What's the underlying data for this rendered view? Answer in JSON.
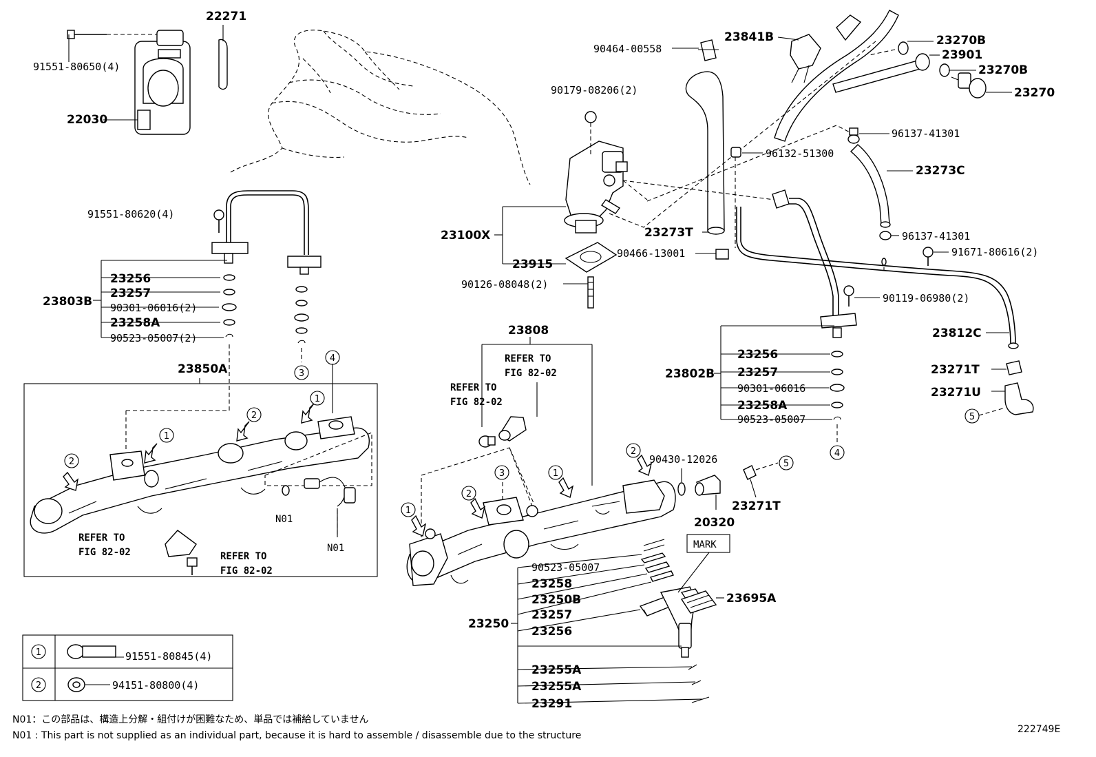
{
  "figure_code": "222749E",
  "notes": {
    "jp": "N01：この部品は、構造上分解・組付けが困難なため、単品では補給していません",
    "en": "N01 : This part is not supplied as an individual part, because it is hard to assemble / disassemble due to the structure"
  },
  "legend_table": [
    {
      "marker": "1",
      "part": "91551-80845(4)"
    },
    {
      "marker": "2",
      "part": "94151-80800(4)"
    }
  ],
  "refer_text": {
    "line1": "REFER TO",
    "line2": "FIG 82-02"
  },
  "circle_markers": [
    "1",
    "2",
    "3",
    "4",
    "5"
  ],
  "labels": {
    "p22271": "22271",
    "p91551_80650": "91551-80650(4)",
    "p22030": "22030",
    "p91551_80620": "91551-80620(4)",
    "p23803B": "23803B",
    "p23256a": "23256",
    "p23257a": "23257",
    "p90301a": "90301-06016(2)",
    "p23258Aa": "23258A",
    "p90523a": "90523-05007(2)",
    "p23850A": "23850A",
    "pN01a": "N01",
    "pN01b": "N01",
    "p23808": "23808",
    "p90464": "90464-00558",
    "p23841B": "23841B",
    "p90179": "90179-08206(2)",
    "p23270Ba": "23270B",
    "p23901": "23901",
    "p23270Bb": "23270B",
    "p23270": "23270",
    "p96137a": "96137-41301",
    "p96132": "96132-51300",
    "p23273C": "23273C",
    "p23100X": "23100X",
    "p23273T": "23273T",
    "p96137b": "96137-41301",
    "p23915": "23915",
    "p90466": "90466-13001",
    "p91671": "91671-80616(2)",
    "p90126": "90126-08048(2)",
    "p90119": "90119-06980(2)",
    "p23812C": "23812C",
    "p23802B": "23802B",
    "p23256b": "23256",
    "p23257b": "23257",
    "p90301b": "90301-06016",
    "p23258Ab": "23258A",
    "p90523b": "90523-05007",
    "p23271Ta": "23271T",
    "p23271U": "23271U",
    "p90430": "90430-12026",
    "p23271Tb": "23271T",
    "p20320": "20320",
    "mark": "MARK",
    "p90523c": "90523-05007",
    "p23258": "23258",
    "p23250B": "23250B",
    "p23257c": "23257",
    "p23256c": "23256",
    "p23250": "23250",
    "p23695A": "23695A",
    "p23255Aa": "23255A",
    "p23255Ab": "23255A",
    "p23291": "23291"
  }
}
